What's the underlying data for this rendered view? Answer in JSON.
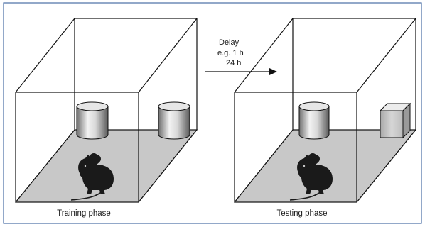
{
  "delay": {
    "line1": "Delay",
    "line2": "e.g. 1 h",
    "line3": "24 h"
  },
  "training": {
    "caption": "Training phase"
  },
  "testing": {
    "caption": "Testing phase"
  },
  "colors": {
    "border": "#4a6fa5",
    "line": "#111111",
    "floor": "#c8c8c8",
    "mouse": "#1a1a1a"
  }
}
